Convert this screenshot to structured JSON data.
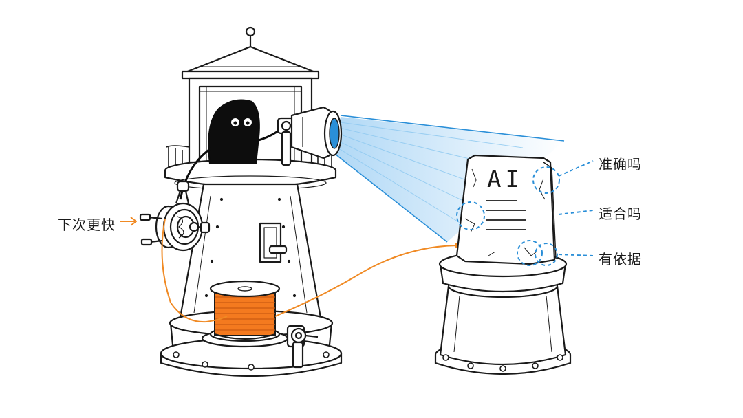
{
  "left_label": {
    "text": "下次更快"
  },
  "tablet": {
    "text": "AI"
  },
  "right_labels": [
    {
      "text": "准确吗"
    },
    {
      "text": "适合吗"
    },
    {
      "text": "有依据"
    }
  ],
  "colors": {
    "line": "#1a1a1a",
    "orange": "#f08a24",
    "blue": "#2a8fd8",
    "spool": "#f47a1f",
    "creature": "#0d0d0d"
  },
  "icons": [
    "lighthouse-illustration",
    "spotlight-icon",
    "creature-icon",
    "hand-crank-icon",
    "wire-spool-icon",
    "stone-tablet-icon",
    "pedestal-icon"
  ]
}
